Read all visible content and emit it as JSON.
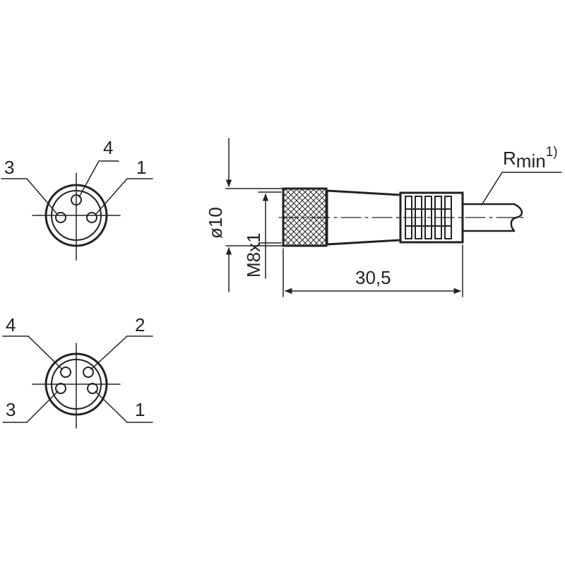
{
  "top_connector_view": {
    "pins": [
      "4",
      "3",
      "1"
    ]
  },
  "bottom_connector_view": {
    "pins": [
      "4",
      "2",
      "3",
      "1"
    ]
  },
  "side_view": {
    "diameter_label": "ø10",
    "thread_label": "M8x1",
    "length_label": "30,5",
    "bend_radius": {
      "main": "R",
      "sub": "min",
      "sup": "1)"
    }
  },
  "colors": {
    "line": "#222222",
    "background": "#ffffff"
  }
}
